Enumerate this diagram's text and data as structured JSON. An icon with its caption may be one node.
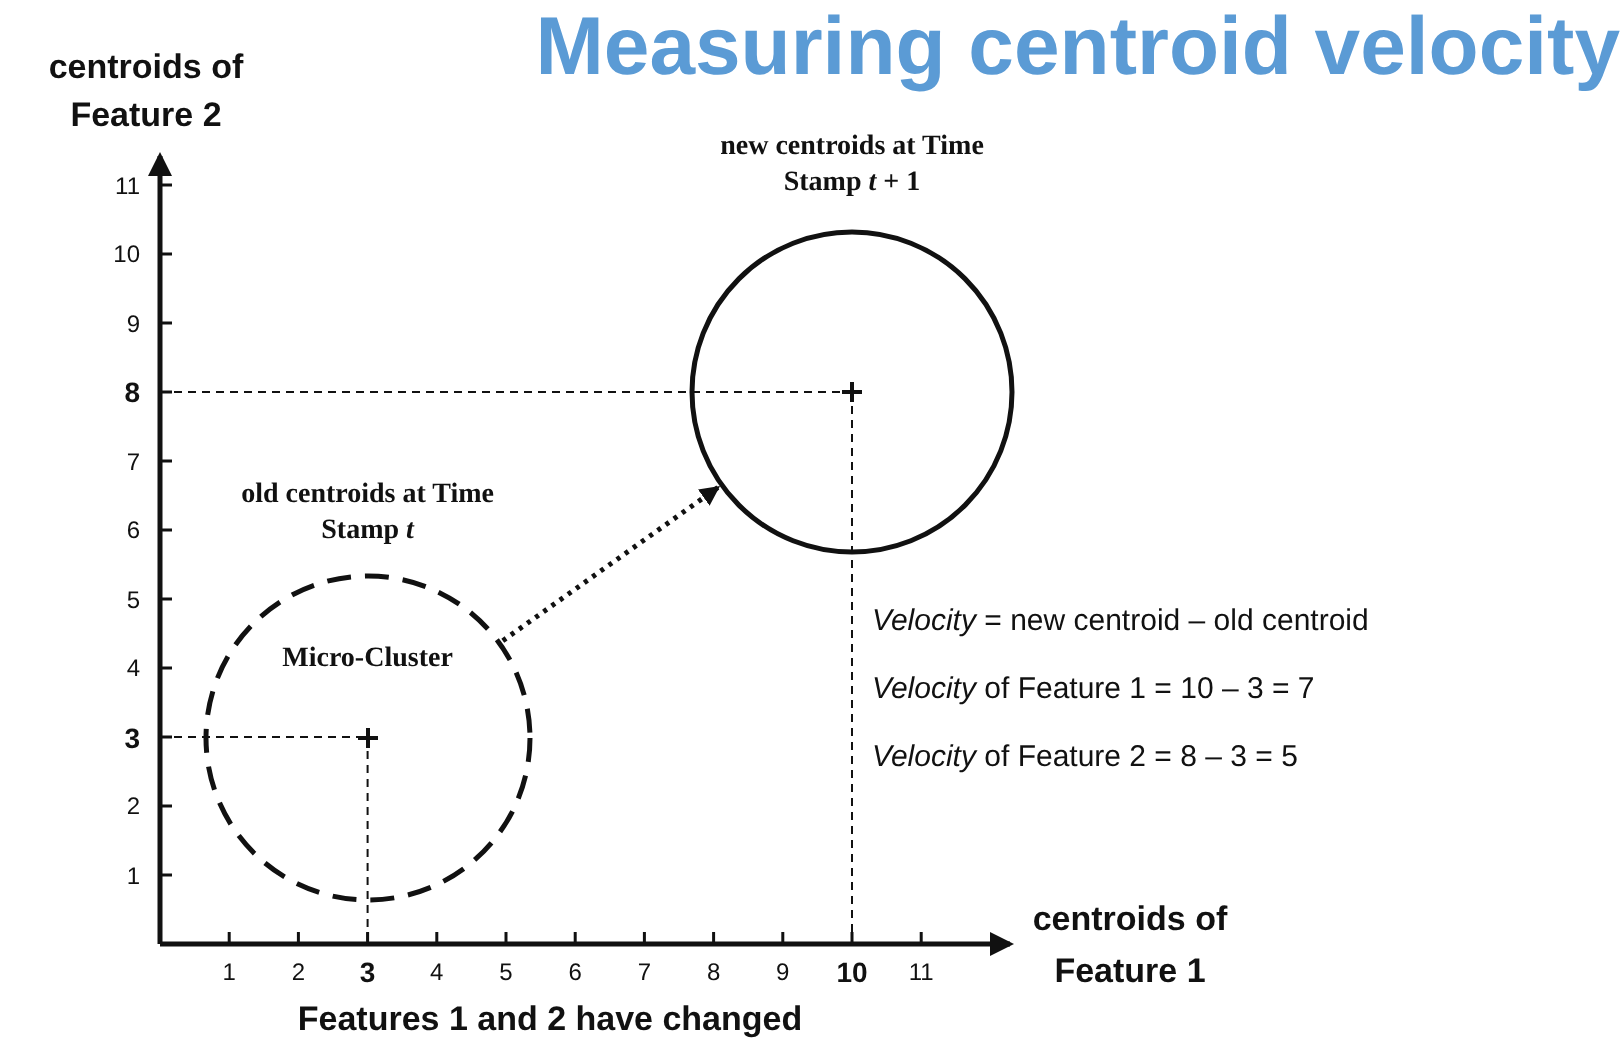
{
  "diagram": {
    "title": "Measuring centroid velocity",
    "caption": "Features 1 and 2 have changed",
    "nodes": [
      {
        "text": [
          "old centroids at Time Stamp *t*",
          "Micro-Cluster"
        ]
      },
      {
        "text": [
          "new centroids at Time Stamp *t* + 1"
        ]
      }
    ],
    "edges": [
      {
        "from": 0,
        "to": 1,
        "arrow": "to",
        "style": "dashed"
      }
    ],
    "labels": [
      "centroids of Feature 2",
      "11",
      "10",
      "9",
      "8",
      "7",
      "6",
      "5",
      "4",
      "3",
      "2",
      "1",
      "*Velocity* = new centroid – old centroid",
      "*Velocity* of Feature 1 = 10 – 3 = 7",
      "*Velocity* of Feature 2 = 8 – 3 = 5",
      "1",
      "2",
      "3",
      "4",
      "5",
      "6",
      "7",
      "8",
      "9",
      "10",
      "11",
      "centroids of Feature 1"
    ]
  }
}
